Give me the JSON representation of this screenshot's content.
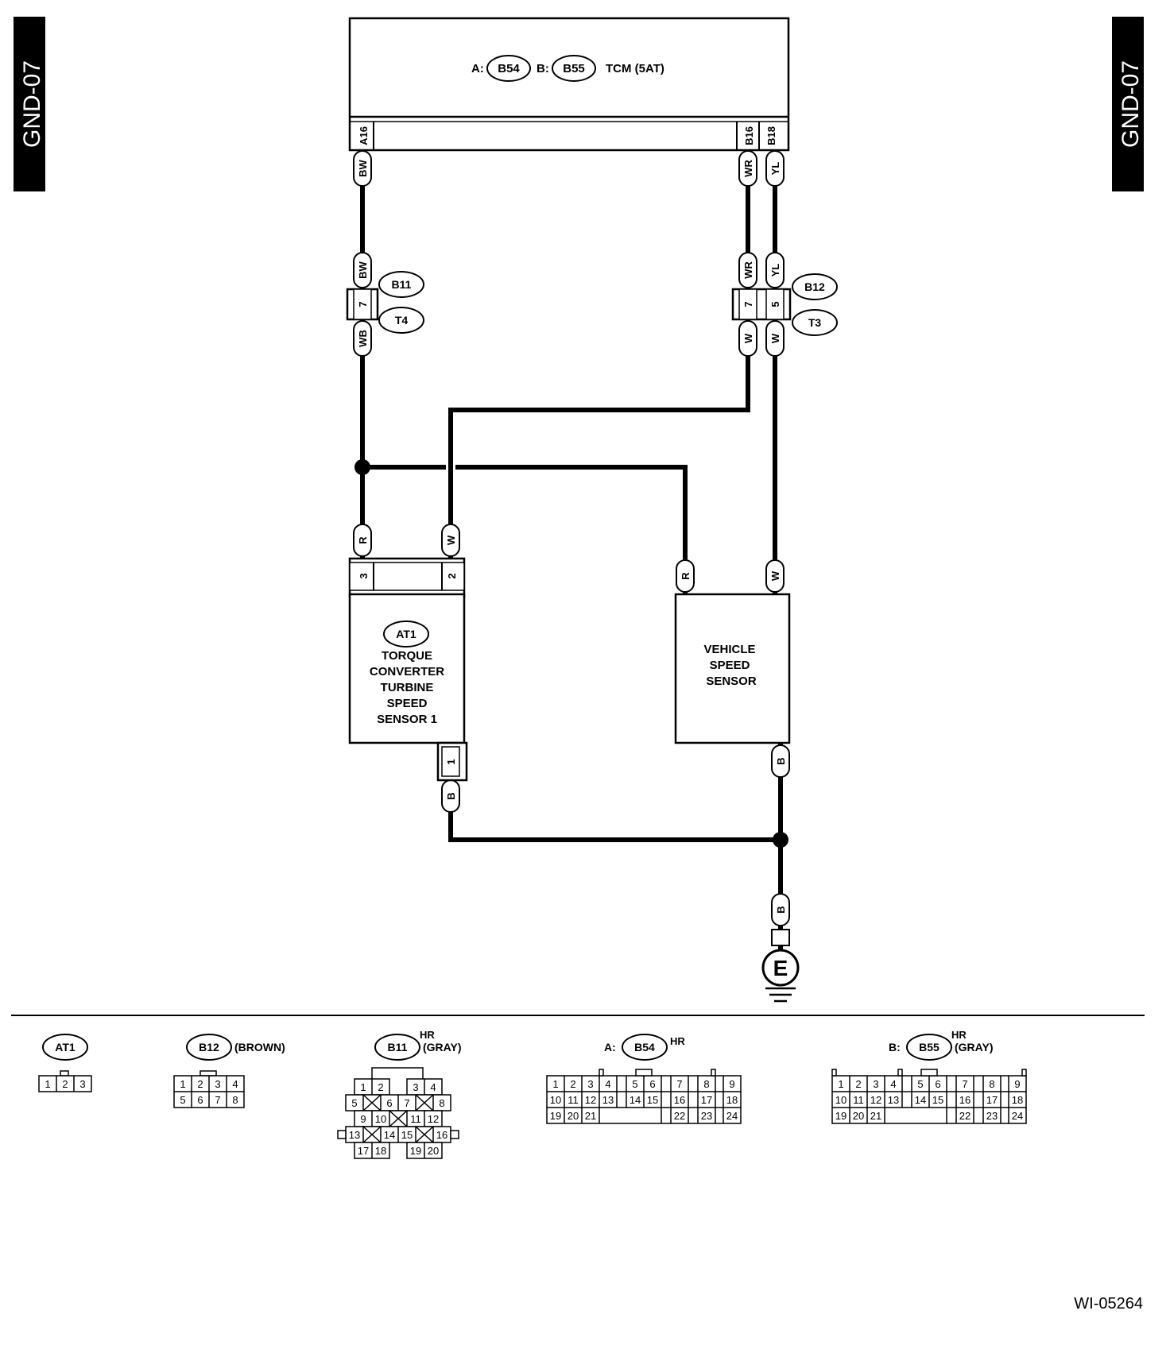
{
  "page_code": "GND-07",
  "figure_id": "WI-05264",
  "tcm": {
    "label_a": "A:",
    "conn_a": "B54",
    "label_b": "B:",
    "conn_b": "B55",
    "title": "TCM (5AT)",
    "pins": [
      "A16",
      "B16",
      "B18"
    ]
  },
  "wires": {
    "w1_top": "BW",
    "w1_mid": "BW",
    "w1_low": "WB",
    "w2_top": "WR",
    "w2_mid": "WR",
    "w2_low": "W",
    "w3_top": "YL",
    "w3_mid": "YL",
    "w3_low": "W",
    "at1_r": "R",
    "at1_w": "W",
    "vss_r": "R",
    "vss_w": "W",
    "at1_b": "B",
    "vss_b": "B",
    "ground_b": "B"
  },
  "inline_connectors": {
    "left_pin": "7",
    "left_upper": "B11",
    "left_lower": "T4",
    "right_pin_a": "7",
    "right_pin_b": "5",
    "right_upper": "B12",
    "right_lower": "T3"
  },
  "at1": {
    "badge": "AT1",
    "lines": [
      "TORQUE",
      "CONVERTER",
      "TURBINE",
      "SPEED",
      "SENSOR 1"
    ],
    "pins": [
      "3",
      "2",
      "1"
    ]
  },
  "vss": {
    "lines": [
      "VEHICLE",
      "SPEED",
      "SENSOR"
    ]
  },
  "ground": {
    "symbol": "E"
  },
  "legend": {
    "at1": {
      "badge": "AT1",
      "cells": [
        "1",
        "2",
        "3"
      ]
    },
    "b12": {
      "badge": "B12",
      "note": "(BROWN)",
      "rows": [
        [
          "1",
          "2",
          "3",
          "4"
        ],
        [
          "5",
          "6",
          "7",
          "8"
        ]
      ]
    },
    "b11": {
      "badge": "B11",
      "hr": "HR",
      "note": "(GRAY)",
      "rows": [
        [
          "1",
          "2",
          "3",
          "4"
        ],
        [
          "5",
          "6",
          "7",
          "8"
        ],
        [
          "9",
          "10",
          "11",
          "12"
        ],
        [
          "13",
          "14",
          "15",
          "16"
        ],
        [
          "17",
          "18",
          "19",
          "20"
        ]
      ]
    },
    "b54": {
      "prefix": "A:",
      "badge": "B54",
      "hr": "HR",
      "note": "",
      "rows": [
        [
          "1",
          "2",
          "3",
          "4",
          "5",
          "6",
          "7",
          "8",
          "9"
        ],
        [
          "10",
          "11",
          "12",
          "13",
          "14",
          "15",
          "16",
          "17",
          "18"
        ],
        [
          "19",
          "20",
          "21",
          "22",
          "23",
          "24"
        ]
      ]
    },
    "b55": {
      "prefix": "B:",
      "badge": "B55",
      "hr": "HR",
      "note": "(GRAY)",
      "rows": [
        [
          "1",
          "2",
          "3",
          "4",
          "5",
          "6",
          "7",
          "8",
          "9"
        ],
        [
          "10",
          "11",
          "12",
          "13",
          "14",
          "15",
          "16",
          "17",
          "18"
        ],
        [
          "19",
          "20",
          "21",
          "22",
          "23",
          "24"
        ]
      ]
    }
  }
}
